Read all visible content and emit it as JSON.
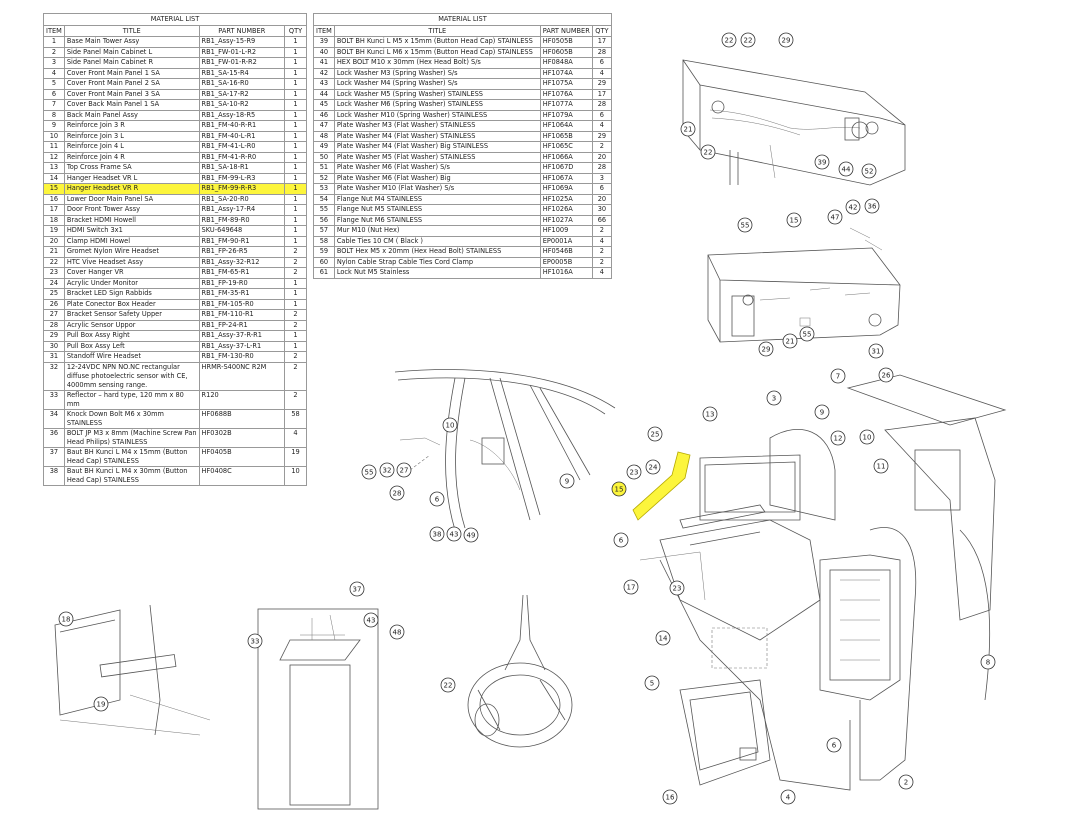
{
  "material_list_left": {
    "caption": "MATERIAL LIST",
    "headers": [
      "ITEM",
      "TITLE",
      "PART NUMBER",
      "QTY"
    ],
    "rows": [
      [
        "1",
        "Base Main Tower Assy",
        "RB1_Assy-15-R9",
        "1"
      ],
      [
        "2",
        "Side Panel Main Cabinet L",
        "RB1_FW-01-L-R2",
        "1"
      ],
      [
        "3",
        "Side Panel Main Cabinet R",
        "RB1_FW-01-R-R2",
        "1"
      ],
      [
        "4",
        "Cover Front Main Panel 1 SA",
        "RB1_SA-15-R4",
        "1"
      ],
      [
        "5",
        "Cover Front Main Panel 2 SA",
        "RB1_SA-16-R0",
        "1"
      ],
      [
        "6",
        "Cover Front Main Panel 3 SA",
        "RB1_SA-17-R2",
        "1"
      ],
      [
        "7",
        "Cover Back Main Panel 1 SA",
        "RB1_SA-10-R2",
        "1"
      ],
      [
        "8",
        "Back Main Panel Assy",
        "RB1_Assy-18-R5",
        "1"
      ],
      [
        "9",
        "Reinforce Join 3 R",
        "RB1_FM-40-R-R1",
        "1"
      ],
      [
        "10",
        "Reinforce Join 3 L",
        "RB1_FM-40-L-R1",
        "1"
      ],
      [
        "11",
        "Reinforce Join 4 L",
        "RB1_FM-41-L-R0",
        "1"
      ],
      [
        "12",
        "Reinforce Join 4 R",
        "RB1_FM-41-R-R0",
        "1"
      ],
      [
        "13",
        "Top Cross Frame SA",
        "RB1_SA-18-R1",
        "1"
      ],
      [
        "14",
        "Hanger Headset VR L",
        "RB1_FM-99-L-R3",
        "1"
      ],
      [
        "15",
        "Hanger Headset VR R",
        "RB1_FM-99-R-R3",
        "1"
      ],
      [
        "16",
        "Lower Door Main Panel SA",
        "RB1_SA-20-R0",
        "1"
      ],
      [
        "17",
        "Door Front Tower Assy",
        "RB1_Assy-17-R4",
        "1"
      ],
      [
        "18",
        "Bracket HDMI Howell",
        "RB1_FM-89-R0",
        "1"
      ],
      [
        "19",
        "HDMI Switch 3x1",
        "SKU-649648",
        "1"
      ],
      [
        "20",
        "Clamp HDMI Howel",
        "RB1_FM-90-R1",
        "1"
      ],
      [
        "21",
        "Gromet Nylon Wire Headset",
        "RB1_FP-26-R5",
        "2"
      ],
      [
        "22",
        "HTC Vive Headset Assy",
        "RB1_Assy-32-R12",
        "2"
      ],
      [
        "23",
        "Cover Hanger VR",
        "RB1_FM-65-R1",
        "2"
      ],
      [
        "24",
        "Acrylic Under Monitor",
        "RB1_FP-19-R0",
        "1"
      ],
      [
        "25",
        "Bracket LED Sign Rabbids",
        "RB1_FM-35-R1",
        "1"
      ],
      [
        "26",
        "Plate Conector Box Header",
        "RB1_FM-105-R0",
        "1"
      ],
      [
        "27",
        "Bracket Sensor Safety Upper",
        "RB1_FM-110-R1",
        "2"
      ],
      [
        "28",
        "Acrylic Sensor Uppor",
        "RB1_FP-24-R1",
        "2"
      ],
      [
        "29",
        "Pull Box Assy Right",
        "RB1_Assy-37-R-R1",
        "1"
      ],
      [
        "30",
        "Pull Box Assy Left",
        "RB1_Assy-37-L-R1",
        "1"
      ],
      [
        "31",
        "Standoff Wire Headset",
        "RB1_FM-130-R0",
        "2"
      ],
      [
        "32",
        "12-24VDC NPN NO.NC rectangular diffuse photoelectric sensor with CE, 4000mm sensing range.",
        "HRMR-S400NC R2M",
        "2"
      ],
      [
        "33",
        "Reflector – hard type, 120 mm x 80 mm",
        "R120",
        "2"
      ],
      [
        "34",
        "Knock Down Bolt M6 x 30mm STAINLESS",
        "HF0688B",
        "58"
      ],
      [
        "36",
        "BOLT JP M3 x 8mm (Machine Screw Pan Head Philips) STAINLESS",
        "HF0302B",
        "4"
      ],
      [
        "37",
        "Baut BH Kunci L M4 x 15mm (Button Head Cap) STAINLESS",
        "HF0405B",
        "19"
      ],
      [
        "38",
        "Baut BH Kunci L M4 x 30mm (Button Head Cap) STAINLESS",
        "HF0408C",
        "10"
      ]
    ],
    "highlight_item": "15"
  },
  "material_list_right": {
    "caption": "MATERIAL LIST",
    "headers": [
      "ITEM",
      "TITLE",
      "PART NUMBER",
      "QTY"
    ],
    "rows": [
      [
        "39",
        "BOLT BH Kunci L M5 x 15mm (Button Head Cap) STAINLESS",
        "HF0505B",
        "17"
      ],
      [
        "40",
        "BOLT BH Kunci L M6 x 15mm (Button Head Cap) STAINLESS",
        "HF0605B",
        "28"
      ],
      [
        "41",
        "HEX BOLT M10 x 30mm (Hex Head Bolt) S/s",
        "HF0848A",
        "6"
      ],
      [
        "42",
        "Lock Washer M3 (Spring Washer) S/s",
        "HF1074A",
        "4"
      ],
      [
        "43",
        "Lock Washer M4 (Spring Washer) S/s",
        "HF1075A",
        "29"
      ],
      [
        "44",
        "Lock Washer M5 (Spring Washer) STAINLESS",
        "HF1076A",
        "17"
      ],
      [
        "45",
        "Lock Washer M6 (Spring Washer) STAINLESS",
        "HF1077A",
        "28"
      ],
      [
        "46",
        "Lock Washer M10 (Spring Washer) STAINLESS",
        "HF1079A",
        "6"
      ],
      [
        "47",
        "Plate Washer M3 (Flat Washer) STAINLESS",
        "HF1064A",
        "4"
      ],
      [
        "48",
        "Plate Washer M4 (Flat Washer) STAINLESS",
        "HF1065B",
        "29"
      ],
      [
        "49",
        "Plate Washer M4 (Flat Washer)  Big STAINLESS",
        "HF1065C",
        "2"
      ],
      [
        "50",
        "Plate Washer M5 (Flat Washer) STAINLESS",
        "HF1066A",
        "20"
      ],
      [
        "51",
        "Plate Washer M6 (Flat Washer) S/s",
        "HF1067D",
        "28"
      ],
      [
        "52",
        "Plate Washer M6 (Flat Washer) Big",
        "HF1067A",
        "3"
      ],
      [
        "53",
        "Plate Washer M10 (Flat Washer) S/s",
        "HF1069A",
        "6"
      ],
      [
        "54",
        "Flange Nut M4 STAINLESS",
        "HF1025A",
        "20"
      ],
      [
        "55",
        "Flange Nut M5 STAINLESS",
        "HF1026A",
        "30"
      ],
      [
        "56",
        "Flange Nut M6 STAINLESS",
        "HF1027A",
        "66"
      ],
      [
        "57",
        "Mur M10 (Nut Hex)",
        "HF1009",
        "2"
      ],
      [
        "58",
        "Cable Ties 10 CM ( Black )",
        "EP0001A",
        "4"
      ],
      [
        "59",
        "BOLT Hex M5 x 20mm (Hex Head Bolt) STAINLESS",
        "HF0546B",
        "2"
      ],
      [
        "60",
        "Nylon Cable Strap Cable Ties Cord Clamp",
        "EP0005B",
        "2"
      ],
      [
        "61",
        "Lock Nut M5 Stainless",
        "HF1016A",
        "4"
      ]
    ]
  },
  "callouts": {
    "topright": [
      "22",
      "22",
      "29",
      "21",
      "22",
      "39",
      "44",
      "52"
    ],
    "midright": [
      "55",
      "15",
      "47",
      "42",
      "36",
      "55",
      "29",
      "21",
      "31"
    ],
    "midcenter": [
      "10",
      "55",
      "32",
      "27",
      "28",
      "6",
      "9",
      "38",
      "43",
      "49"
    ],
    "main": [
      "7",
      "26",
      "3",
      "9",
      "13",
      "12",
      "10",
      "25",
      "11",
      "23",
      "24",
      "15",
      "6",
      "17",
      "23",
      "14",
      "5",
      "8",
      "6",
      "16",
      "4",
      "2"
    ],
    "bottomleft": [
      "18",
      "19"
    ],
    "bottommid": [
      "37",
      "43",
      "48",
      "33"
    ],
    "headset": [
      "22"
    ]
  },
  "colors": {
    "highlight": "#fcf53c",
    "line": "#555555"
  }
}
